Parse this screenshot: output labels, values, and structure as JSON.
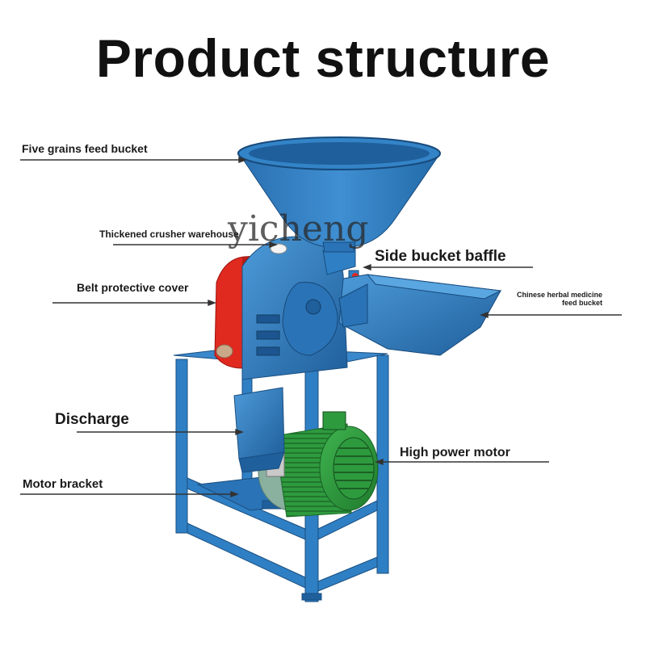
{
  "title": "Product structure",
  "watermark": "yicheng",
  "labels": {
    "feed_bucket": "Five grains feed bucket",
    "crusher_warehouse": "Thickened crusher warehouse",
    "side_bucket_baffle": "Side bucket baffle",
    "belt_cover": "Belt protective cover",
    "herbal_line1": "Chinese herbal medicine",
    "herbal_line2": "feed bucket",
    "discharge": "Discharge",
    "motor": "High power motor",
    "motor_bracket": "Motor bracket"
  },
  "colors": {
    "machine_blue": "#2f7fc4",
    "machine_blue_dark": "#1f5f9c",
    "belt_cover_red": "#e0291f",
    "motor_green": "#2e9a3e",
    "leader_line": "#333333"
  }
}
